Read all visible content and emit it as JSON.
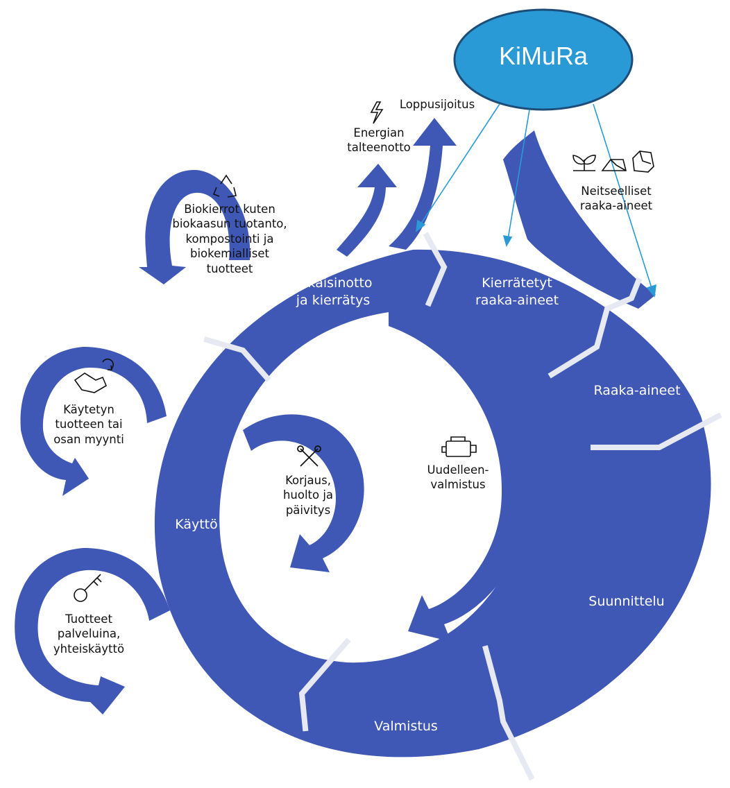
{
  "colors": {
    "ring": "#3f57b5",
    "divider": "#e6e9f2",
    "kimura_fill": "#2a9ad6",
    "kimura_border": "#1c4d78",
    "connector": "#2a9ad6"
  },
  "kimura": {
    "label": "KiMuRa"
  },
  "stages": {
    "takaisinotto": "Takaisinotto\nja kierrätys",
    "kierratetyt": "Kierrätetyt\nraaka-aineet",
    "raaka_aineet": "Raaka-aineet",
    "suunnittelu": "Suunnittelu",
    "valmistus": "Valmistus",
    "kaytto": "Käyttö"
  },
  "loops": {
    "korjaus": "Korjaus,\nhuolto ja\npäivitys",
    "uudelleenvalmistus": "Uudelleen-\nvalmistus",
    "biokierrot": "Biokierrot kuten\nbiokaasun tuotanto,\nkompostointi ja\nbiokemialliset\ntuotteet",
    "myynti": "Käytetyn\ntuotteen tai\nosan  myynti",
    "palveluina": "Tuotteet\npalveluina,\nyhteiskäyttö",
    "energia": "Energian\ntalteenotto",
    "loppusijoitus": "Loppusijoitus",
    "neitseelliset": "Neitseelliset\nraaka-aineet"
  },
  "icons": [
    "recycle-icon",
    "lightning-icon",
    "handshake-icon",
    "wrench-icon",
    "engine-icon",
    "key-icon",
    "plant-icon",
    "gold-bars-icon",
    "rock-icon"
  ]
}
